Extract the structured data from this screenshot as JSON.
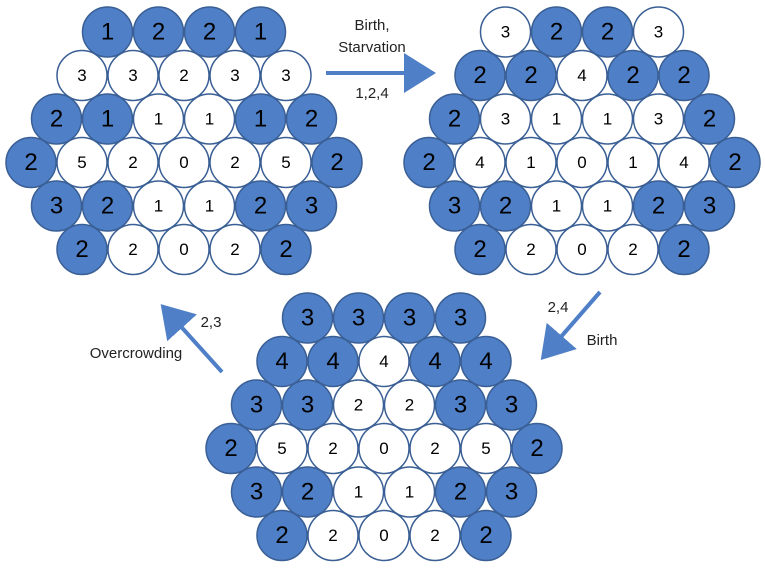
{
  "colors": {
    "filled": "#4f7fc6",
    "empty": "#ffffff",
    "stroke": "#3a5f95",
    "arrow": "#4f7fc6",
    "text": "#000000"
  },
  "grids": [
    {
      "name": "grid-top-left",
      "rows": [
        [
          {
            "v": "1",
            "f": true
          },
          {
            "v": "2",
            "f": true
          },
          {
            "v": "2",
            "f": true
          },
          {
            "v": "1",
            "f": true
          }
        ],
        [
          {
            "v": "3",
            "f": false
          },
          {
            "v": "3",
            "f": false
          },
          {
            "v": "2",
            "f": false
          },
          {
            "v": "3",
            "f": false
          },
          {
            "v": "3",
            "f": false
          }
        ],
        [
          {
            "v": "2",
            "f": true
          },
          {
            "v": "1",
            "f": true
          },
          {
            "v": "1",
            "f": false
          },
          {
            "v": "1",
            "f": false
          },
          {
            "v": "1",
            "f": true
          },
          {
            "v": "2",
            "f": true
          }
        ],
        [
          {
            "v": "2",
            "f": true
          },
          {
            "v": "5",
            "f": false
          },
          {
            "v": "2",
            "f": false
          },
          {
            "v": "0",
            "f": false
          },
          {
            "v": "2",
            "f": false
          },
          {
            "v": "5",
            "f": false
          },
          {
            "v": "2",
            "f": true
          }
        ],
        [
          {
            "v": "3",
            "f": true
          },
          {
            "v": "2",
            "f": true
          },
          {
            "v": "1",
            "f": false
          },
          {
            "v": "1",
            "f": false
          },
          {
            "v": "2",
            "f": true
          },
          {
            "v": "3",
            "f": true
          }
        ],
        [
          {
            "v": "2",
            "f": true
          },
          {
            "v": "2",
            "f": false
          },
          {
            "v": "0",
            "f": false
          },
          {
            "v": "2",
            "f": false
          },
          {
            "v": "2",
            "f": true
          }
        ]
      ]
    },
    {
      "name": "grid-top-right",
      "rows": [
        [
          {
            "v": "3",
            "f": false
          },
          {
            "v": "2",
            "f": true
          },
          {
            "v": "2",
            "f": true
          },
          {
            "v": "3",
            "f": false
          }
        ],
        [
          {
            "v": "2",
            "f": true
          },
          {
            "v": "2",
            "f": true
          },
          {
            "v": "4",
            "f": false
          },
          {
            "v": "2",
            "f": true
          },
          {
            "v": "2",
            "f": true
          }
        ],
        [
          {
            "v": "2",
            "f": true
          },
          {
            "v": "3",
            "f": false
          },
          {
            "v": "1",
            "f": false
          },
          {
            "v": "1",
            "f": false
          },
          {
            "v": "3",
            "f": false
          },
          {
            "v": "2",
            "f": true
          }
        ],
        [
          {
            "v": "2",
            "f": true
          },
          {
            "v": "4",
            "f": false
          },
          {
            "v": "1",
            "f": false
          },
          {
            "v": "0",
            "f": false
          },
          {
            "v": "1",
            "f": false
          },
          {
            "v": "4",
            "f": false
          },
          {
            "v": "2",
            "f": true
          }
        ],
        [
          {
            "v": "3",
            "f": true
          },
          {
            "v": "2",
            "f": true
          },
          {
            "v": "1",
            "f": false
          },
          {
            "v": "1",
            "f": false
          },
          {
            "v": "2",
            "f": true
          },
          {
            "v": "3",
            "f": true
          }
        ],
        [
          {
            "v": "2",
            "f": true
          },
          {
            "v": "2",
            "f": false
          },
          {
            "v": "0",
            "f": false
          },
          {
            "v": "2",
            "f": false
          },
          {
            "v": "2",
            "f": true
          }
        ]
      ]
    },
    {
      "name": "grid-bottom",
      "rows": [
        [
          {
            "v": "3",
            "f": true
          },
          {
            "v": "3",
            "f": true
          },
          {
            "v": "3",
            "f": true
          },
          {
            "v": "3",
            "f": true
          }
        ],
        [
          {
            "v": "4",
            "f": true
          },
          {
            "v": "4",
            "f": true
          },
          {
            "v": "4",
            "f": false
          },
          {
            "v": "4",
            "f": true
          },
          {
            "v": "4",
            "f": true
          }
        ],
        [
          {
            "v": "3",
            "f": true
          },
          {
            "v": "3",
            "f": true
          },
          {
            "v": "2",
            "f": false
          },
          {
            "v": "2",
            "f": false
          },
          {
            "v": "3",
            "f": true
          },
          {
            "v": "3",
            "f": true
          }
        ],
        [
          {
            "v": "2",
            "f": true
          },
          {
            "v": "5",
            "f": false
          },
          {
            "v": "2",
            "f": false
          },
          {
            "v": "0",
            "f": false
          },
          {
            "v": "2",
            "f": false
          },
          {
            "v": "5",
            "f": false
          },
          {
            "v": "2",
            "f": true
          }
        ],
        [
          {
            "v": "3",
            "f": true
          },
          {
            "v": "2",
            "f": true
          },
          {
            "v": "1",
            "f": false
          },
          {
            "v": "1",
            "f": false
          },
          {
            "v": "2",
            "f": true
          },
          {
            "v": "3",
            "f": true
          }
        ],
        [
          {
            "v": "2",
            "f": true
          },
          {
            "v": "2",
            "f": false
          },
          {
            "v": "0",
            "f": false
          },
          {
            "v": "2",
            "f": false
          },
          {
            "v": "2",
            "f": true
          }
        ]
      ]
    }
  ],
  "arrows": {
    "top": {
      "line1": "Birth,",
      "line2": "Starvation",
      "line3": "1,2,4"
    },
    "right": {
      "rule": "2,4",
      "label": "Birth"
    },
    "left": {
      "rule": "2,3",
      "label": "Overcrowding"
    }
  }
}
